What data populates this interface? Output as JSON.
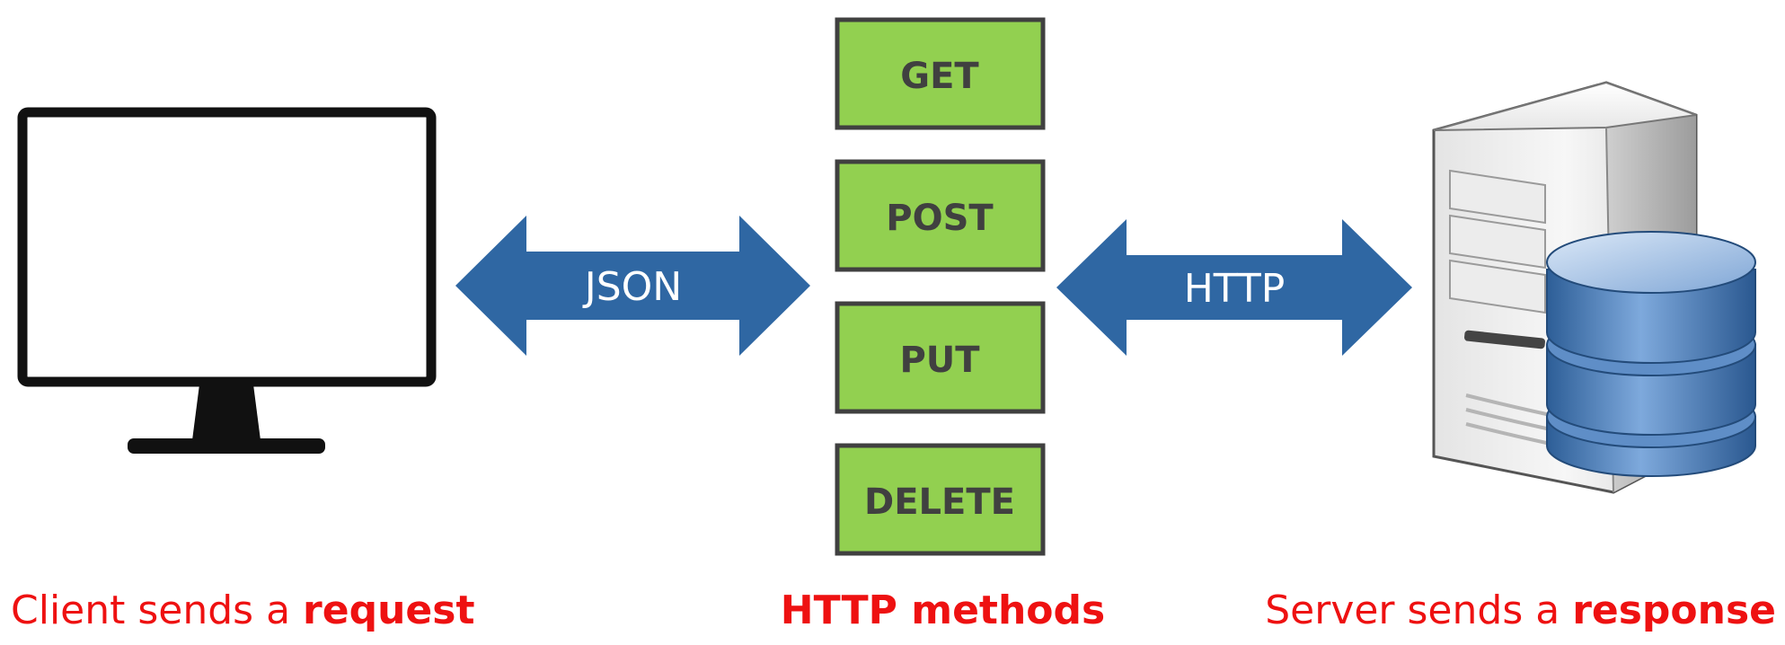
{
  "arrows": {
    "left_label": "JSON",
    "right_label": "HTTP"
  },
  "methods": [
    "GET",
    "POST",
    "PUT",
    "DELETE"
  ],
  "captions": {
    "client_prefix": "Client sends a ",
    "client_bold": "request",
    "methods": "HTTP methods",
    "server_prefix": "Server sends a ",
    "server_bold": "response"
  },
  "colors": {
    "caption_red": "#ee1111",
    "method_box_fill": "#92d050",
    "method_text": "#404040",
    "arrow_fill": "#2f67a3",
    "monitor_black": "#111111"
  },
  "icons": {
    "client": "monitor-icon",
    "server": "server-tower-icon",
    "database": "database-cylinder-icon"
  }
}
